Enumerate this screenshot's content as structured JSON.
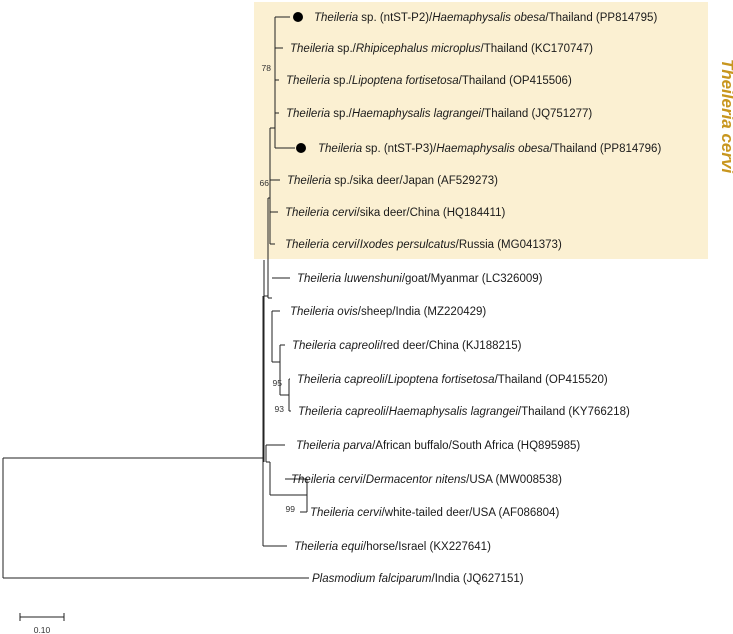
{
  "colors": {
    "highlight": "#fbf0d2",
    "clade_label": "#c8961e",
    "branch": "#222222",
    "marker": "#000000"
  },
  "clade": {
    "label": "Theileria cervi"
  },
  "taxa": [
    {
      "id": "t1",
      "marker": true,
      "parts": [
        {
          "t": "Theileria",
          "i": true
        },
        {
          "t": " sp. (ntST-P2)/",
          "i": false
        },
        {
          "t": "Haemaphysalis obesa",
          "i": true
        },
        {
          "t": "/Thailand (PP814795)",
          "i": false
        }
      ]
    },
    {
      "id": "t2",
      "marker": false,
      "parts": [
        {
          "t": "Theileria",
          "i": true
        },
        {
          "t": " sp./",
          "i": false
        },
        {
          "t": "Rhipicephalus microplus",
          "i": true
        },
        {
          "t": "/Thailand (KC170747)",
          "i": false
        }
      ]
    },
    {
      "id": "t3",
      "marker": false,
      "parts": [
        {
          "t": "Theileria",
          "i": true
        },
        {
          "t": " sp./",
          "i": false
        },
        {
          "t": "Lipoptena fortisetosa",
          "i": true
        },
        {
          "t": "/Thailand (OP415506)",
          "i": false
        }
      ]
    },
    {
      "id": "t4",
      "marker": false,
      "parts": [
        {
          "t": "Theileria",
          "i": true
        },
        {
          "t": " sp./",
          "i": false
        },
        {
          "t": "Haemaphysalis lagrangei",
          "i": true
        },
        {
          "t": "/Thailand (JQ751277)",
          "i": false
        }
      ]
    },
    {
      "id": "t5",
      "marker": true,
      "parts": [
        {
          "t": "Theileria",
          "i": true
        },
        {
          "t": " sp. (ntST-P3)/",
          "i": false
        },
        {
          "t": "Haemaphysalis obesa",
          "i": true
        },
        {
          "t": "/Thailand (PP814796)",
          "i": false
        }
      ]
    },
    {
      "id": "t6",
      "marker": false,
      "parts": [
        {
          "t": "Theileria",
          "i": true
        },
        {
          "t": " sp./sika deer/Japan (AF529273)",
          "i": false
        }
      ]
    },
    {
      "id": "t7",
      "marker": false,
      "parts": [
        {
          "t": "Theileria cervi",
          "i": true
        },
        {
          "t": "/sika deer/China (HQ184411)",
          "i": false
        }
      ]
    },
    {
      "id": "t8",
      "marker": false,
      "parts": [
        {
          "t": "Theileria cervi",
          "i": true
        },
        {
          "t": "/",
          "i": false
        },
        {
          "t": "Ixodes persulcatus",
          "i": true
        },
        {
          "t": "/Russia (MG041373)",
          "i": false
        }
      ]
    },
    {
      "id": "t9",
      "marker": false,
      "parts": [
        {
          "t": "Theileria luwenshuni",
          "i": true
        },
        {
          "t": "/goat/Myanmar (LC326009)",
          "i": false
        }
      ]
    },
    {
      "id": "t10",
      "marker": false,
      "parts": [
        {
          "t": "Theileria ovis",
          "i": true
        },
        {
          "t": "/sheep/India (MZ220429)",
          "i": false
        }
      ]
    },
    {
      "id": "t11",
      "marker": false,
      "parts": [
        {
          "t": "Theileria capreoli",
          "i": true
        },
        {
          "t": "/red deer/China (KJ188215)",
          "i": false
        }
      ]
    },
    {
      "id": "t12",
      "marker": false,
      "parts": [
        {
          "t": "Theileria capreoli",
          "i": true
        },
        {
          "t": "/",
          "i": false
        },
        {
          "t": "Lipoptena fortisetosa",
          "i": true
        },
        {
          "t": "/Thailand (OP415520)",
          "i": false
        }
      ]
    },
    {
      "id": "t13",
      "marker": false,
      "parts": [
        {
          "t": "Theileria capreoli",
          "i": true
        },
        {
          "t": "/",
          "i": false
        },
        {
          "t": "Haemaphysalis lagrangei",
          "i": true
        },
        {
          "t": "/Thailand (KY766218)",
          "i": false
        }
      ]
    },
    {
      "id": "t14",
      "marker": false,
      "parts": [
        {
          "t": "Theileria parva",
          "i": true
        },
        {
          "t": "/African buffalo/South Africa (HQ895985)",
          "i": false
        }
      ]
    },
    {
      "id": "t15",
      "marker": false,
      "parts": [
        {
          "t": "Theileria cervi",
          "i": true
        },
        {
          "t": "/",
          "i": false
        },
        {
          "t": "Dermacentor nitens",
          "i": true
        },
        {
          "t": "/USA (MW008538)",
          "i": false
        }
      ]
    },
    {
      "id": "t16",
      "marker": false,
      "parts": [
        {
          "t": "Theileria cervi",
          "i": true
        },
        {
          "t": "/white-tailed deer/USA (AF086804)",
          "i": false
        }
      ]
    },
    {
      "id": "t17",
      "marker": false,
      "parts": [
        {
          "t": "Theileria equi",
          "i": true
        },
        {
          "t": "/horse/Israel (KX227641)",
          "i": false
        }
      ]
    },
    {
      "id": "t18",
      "marker": false,
      "parts": [
        {
          "t": "Plasmodium falciparum",
          "i": true
        },
        {
          "t": "/India (JQ627151)",
          "i": false
        }
      ]
    }
  ],
  "bootstrap": [
    {
      "id": "b78",
      "value": "78"
    },
    {
      "id": "b66",
      "value": "66"
    },
    {
      "id": "b95",
      "value": "95"
    },
    {
      "id": "b93",
      "value": "93"
    },
    {
      "id": "b99",
      "value": "99"
    }
  ],
  "scale": {
    "label": "0.10",
    "value": 0.1
  }
}
